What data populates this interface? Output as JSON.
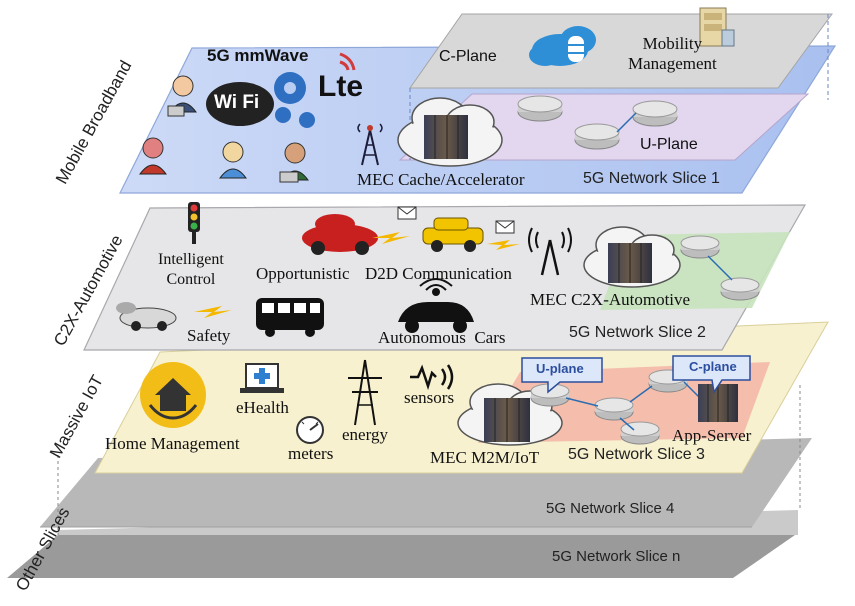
{
  "side_labels": {
    "mobile_broadband": "Mobile Broadband",
    "c2x_automotive": "C2X-Automotive",
    "massive_iot": "Massive IoT",
    "other_slices": "Other Slices"
  },
  "slice1": {
    "name": "5G Network Slice 1",
    "cplane": "C-Plane",
    "mobility": "Mobility\nManagement",
    "uplane": "U-Plane",
    "mec": "MEC Cache/Accelerator",
    "brand_5g": "5G mmWave",
    "brand_wifi": "Wi Fi",
    "brand_lte": "Lte"
  },
  "slice2": {
    "name": "5G Network Slice 2",
    "intelligent_control": "Intelligent\nControl",
    "opportunistic": "Opportunistic",
    "d2d": "D2D Communication",
    "safety": "Safety",
    "autonomous": "Autonomous  Cars",
    "mec": "MEC C2X-Automotive"
  },
  "slice3": {
    "name": "5G Network Slice 3",
    "home_management": "Home Management",
    "ehealth": "eHealth",
    "meters": "meters",
    "energy": "energy",
    "sensors": "sensors",
    "uplane": "U-plane",
    "cplane": "C-plane",
    "app_server": "App-Server",
    "mec": "MEC M2M/IoT"
  },
  "slice4": {
    "name": "5G Network Slice 4"
  },
  "slicen": {
    "name": "5G Network Slice n"
  },
  "colors": {
    "slice1": "#b9cdf3",
    "slice2": "#e6e6e8",
    "slice3": "#f7f1cf",
    "slice4": "#b5b5b5",
    "slicen": "#9a9a9a",
    "uplane": "#e3d6ef",
    "cplane": "#d8d8d8",
    "c2x_region": "#c7e3bd",
    "iot_region": "#f4b2a3"
  }
}
